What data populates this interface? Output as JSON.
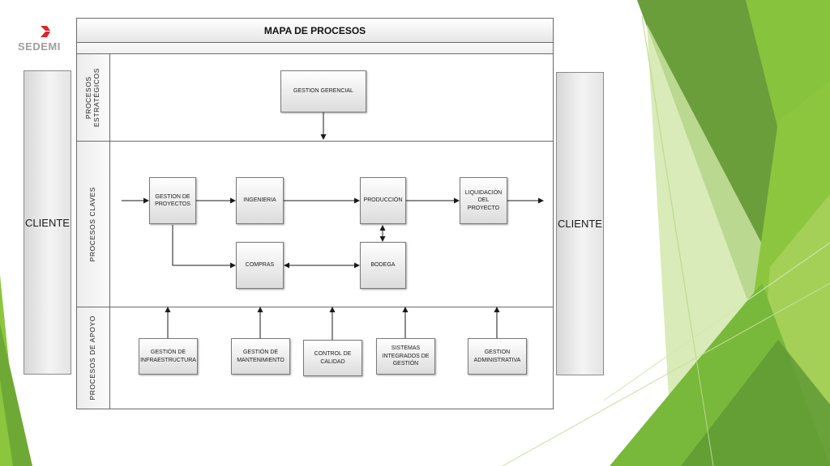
{
  "logo": {
    "text": "SEDEMI"
  },
  "diagram": {
    "title": "MAPA DE PROCESOS",
    "client_left": "CLIENTE",
    "client_right": "CLIENTE",
    "lanes": {
      "strategic": {
        "line1": "PROCESOS",
        "line2": "ESTRATÉGICOS"
      },
      "key": {
        "label": "PROCESOS CLAVES"
      },
      "support": {
        "label": "PROCESOS DE APOYO"
      }
    },
    "nodes": {
      "gestion_gerencial": "GESTION GERENCIAL",
      "gestion_proyectos_1": "GESTION DE",
      "gestion_proyectos_2": "PROYECTOS",
      "ingenieria": "INGENIERIA",
      "produccion": "PRODUCCIÓN",
      "liquidacion_1": "LIQUIDACIÓN",
      "liquidacion_2": "DEL PROYECTO",
      "compras": "COMPRAS",
      "bodega": "BODEGA",
      "infraestructura_1": "GESTIÓN DE",
      "infraestructura_2": "INFRAESTRUCTURA",
      "mantenimiento_1": "GESTIÓN DE",
      "mantenimiento_2": "MANTENIMIENTO",
      "calidad_1": "CONTROL DE",
      "calidad_2": "CALIDAD",
      "sistemas_1": "SISTEMAS",
      "sistemas_2": "INTEGRADOS DE",
      "sistemas_3": "GESTIÓN",
      "administrativa_1": "GESTION",
      "administrativa_2": "ADMINISTRATIVA"
    }
  },
  "colors": {
    "green_dark": "#5f9a35",
    "green_mid": "#78b83b",
    "green_light": "#a6d05a",
    "green_pale": "#cfe6a6",
    "logo_red": "#d9272e",
    "logo_gray": "#9e9e9e"
  }
}
